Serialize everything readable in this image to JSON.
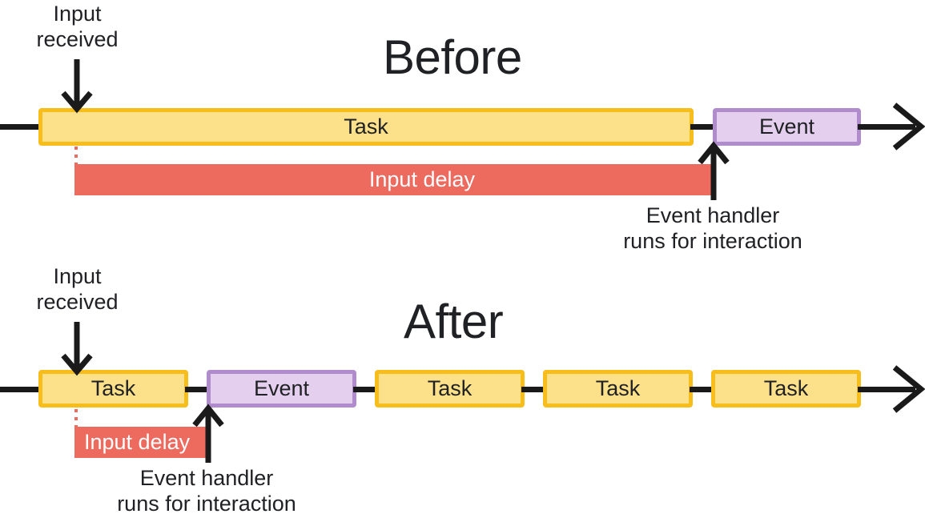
{
  "figure": {
    "title_before": "Before",
    "title_after": "After"
  },
  "before": {
    "input_received_label": "Input\nreceived",
    "task_label": "Task",
    "event_label": "Event",
    "input_delay_label": "Input delay",
    "event_handler_label": "Event handler\nruns for interaction"
  },
  "after": {
    "input_received_label": "Input\nreceived",
    "tasks": [
      "Task",
      "Task",
      "Task",
      "Task"
    ],
    "event_label": "Event",
    "input_delay_label": "Input delay",
    "event_handler_label": "Event handler\nruns for interaction"
  },
  "colors": {
    "task_fill": "#fce08a",
    "task_border": "#f7bd1b",
    "event_fill": "#e4d0ee",
    "event_border": "#b18ccd",
    "delay_fill": "#ec6a5e",
    "line": "#1a1a1a",
    "text": "#202124"
  }
}
